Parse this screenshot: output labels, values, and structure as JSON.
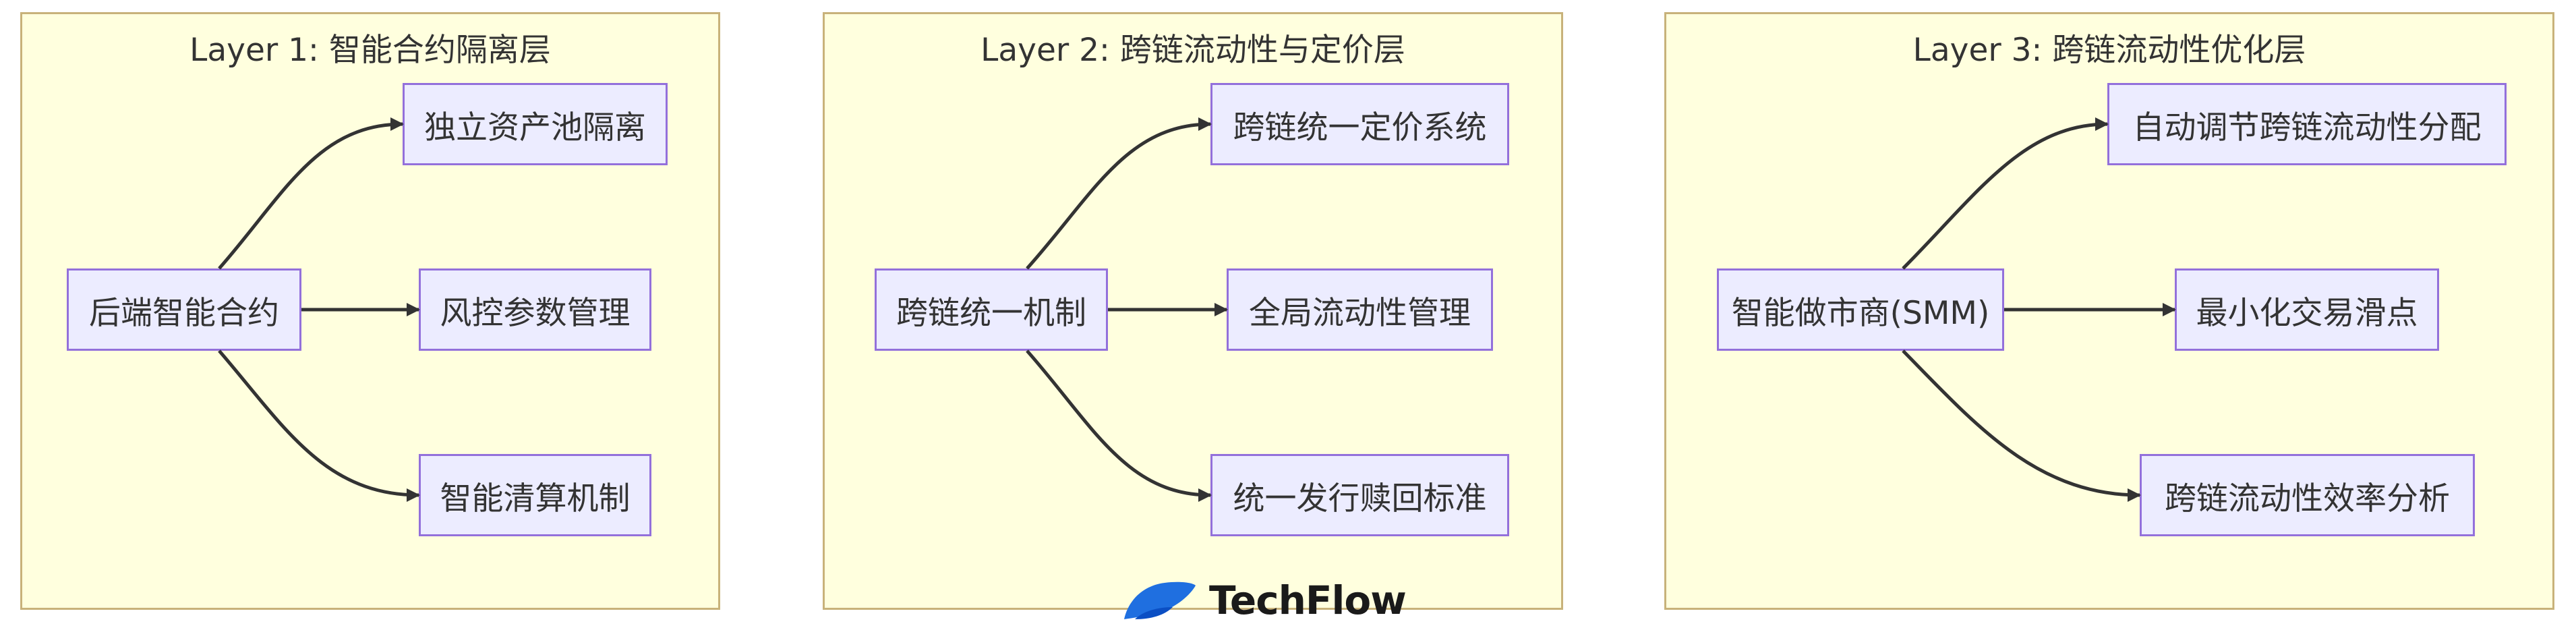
{
  "layers": [
    {
      "title": "Layer 1: 智能合约隔离层",
      "source": "后端智能合约",
      "targets": [
        "独立资产池隔离",
        "风控参数管理",
        "智能清算机制"
      ]
    },
    {
      "title": "Layer 2: 跨链流动性与定价层",
      "source": "跨链统一机制",
      "targets": [
        "跨链统一定价系统",
        "全局流动性管理",
        "统一发行赎回标准"
      ]
    },
    {
      "title": "Layer 3: 跨链流动性优化层",
      "source": "智能做市商(SMM)",
      "targets": [
        "自动调节跨链流动性分配",
        "最小化交易滑点",
        "跨链流动性效率分析"
      ]
    }
  ],
  "watermark": "TechFlow",
  "logo": {
    "text": "TechFlow",
    "icon": "techflow-logo-icon"
  },
  "colors": {
    "layer_fill": "#ffffde",
    "layer_border": "#c8b27a",
    "node_fill": "#ececff",
    "node_border": "#9370db",
    "edge": "#333333",
    "logo_blue": "#1f6fe0"
  }
}
